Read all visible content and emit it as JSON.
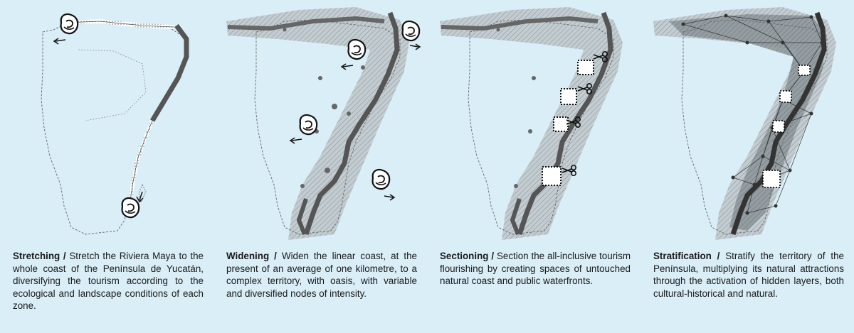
{
  "panels": [
    {
      "id": "stretching",
      "title": "Stretching /",
      "text": "Stretch the Riviera Maya to the whole coast of the Península de Yucatán, diversifying the tourism according to the ecological and landscape conditions of each zone."
    },
    {
      "id": "widening",
      "title": "Widening /",
      "text": "Widen the linear coast, at the present of an average of one kilometre, to a complex territory, with oasis, with variable and diversified nodes of intensity."
    },
    {
      "id": "sectioning",
      "title": "Sectioning /",
      "text": "Section the all-inclusive tourism flourishing by creating spaces of untouched natural coast and public waterfronts."
    },
    {
      "id": "stratification",
      "title": "Stratification /",
      "text": "Stratify the territory of the Península, multiplying its natural attractions through the activation of hidden layers, both cultural-historical and natural."
    }
  ],
  "colors": {
    "background": "#d9eef7",
    "coast": "#555555",
    "widened_band": "#b9c4c9",
    "outline": "#666666"
  },
  "icons": [
    "hand-icon",
    "scissors-icon",
    "arrow-icon"
  ]
}
